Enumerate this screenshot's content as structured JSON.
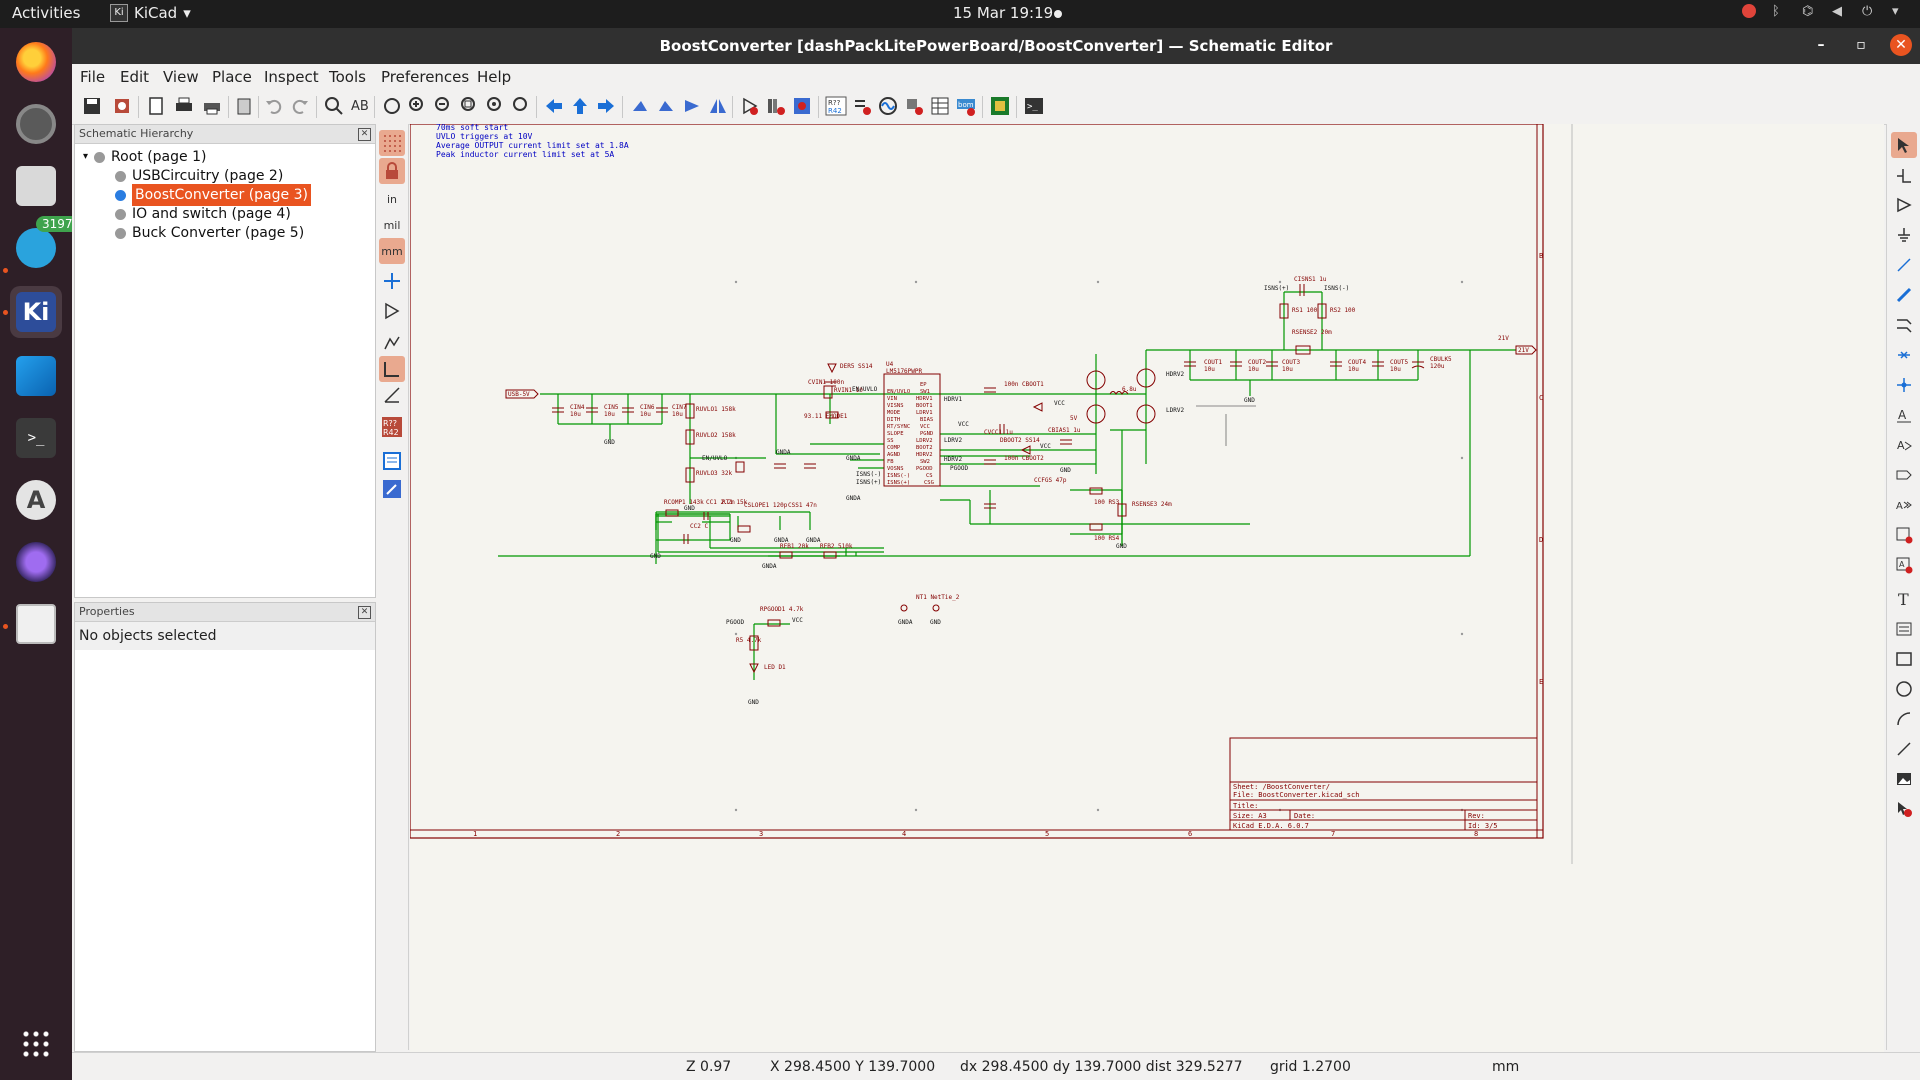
{
  "system": {
    "activities": "Activities",
    "app_name": "KiCad",
    "clock": "15 Mar  19:19"
  },
  "dock": {
    "telegram_badge": "3197"
  },
  "window": {
    "title": "BoostConverter [dashPackLitePowerBoard/BoostConverter] — Schematic Editor"
  },
  "menu": [
    "File",
    "Edit",
    "View",
    "Place",
    "Inspect",
    "Tools",
    "Preferences",
    "Help"
  ],
  "hierarchy": {
    "header": "Schematic Hierarchy",
    "items": [
      {
        "label": "Root (page 1)",
        "selected": false
      },
      {
        "label": "USBCircuitry (page 2)",
        "selected": false
      },
      {
        "label": "BoostConverter (page 3)",
        "selected": true
      },
      {
        "label": "IO and switch (page 4)",
        "selected": false
      },
      {
        "label": "Buck Converter (page 5)",
        "selected": false
      }
    ]
  },
  "properties": {
    "header": "Properties",
    "info": "No objects selected"
  },
  "left_toolbar": {
    "unit_in": "in",
    "unit_mil": "mil",
    "unit_mm": "mm",
    "annotate": "R??\nR42"
  },
  "schematic": {
    "notes": [
      "70ms soft start",
      "UVLO triggers at 10V",
      "Average OUTPUT current limit set at 1.8A",
      "Peak inductor current limit set at 5A"
    ],
    "ic_ref": "U4",
    "ic_part": "LM5176PWPR",
    "ic_pins_left": [
      "EN/UVLO",
      "VIN",
      "VISNS",
      "MODE",
      "DITH",
      "RT/SYNC",
      "SLOPE",
      "SS",
      "COMP",
      "AGND",
      "FB",
      "VOSNS",
      "ISNS(-)",
      "ISNS(+)"
    ],
    "ic_pins_right": [
      "EP",
      "SW1",
      "HDRV1",
      "BOOT1",
      "LDRV1",
      "BIAS",
      "VCC",
      "PGND",
      "LDRV2",
      "BOOT2",
      "HDRV2",
      "SW2",
      "PGOOD",
      "CS",
      "CSG"
    ],
    "net_labels": {
      "usb_in": "USB-5V",
      "out": "21V",
      "out_left": "21V",
      "gnd": "GND",
      "gnda": "GNDA",
      "vcc": "VCC",
      "en": "EN/UVLO",
      "pgood": "PGOOD",
      "hdrv1": "HDRV1",
      "hdrv2": "HDRV2",
      "ldrv1": "LDRV1",
      "ldrv2": "LDRV2",
      "isns_p": "ISNS(+)",
      "isns_m": "ISNS(-)"
    },
    "input_caps": [
      {
        "ref": "CIN4",
        "val": "10u"
      },
      {
        "ref": "CIN5",
        "val": "10u"
      },
      {
        "ref": "CIN6",
        "val": "10u"
      },
      {
        "ref": "CIN7",
        "val": "10u"
      }
    ],
    "output_caps": [
      {
        "ref": "COUT1",
        "val": "10u"
      },
      {
        "ref": "COUT2",
        "val": "10u"
      },
      {
        "ref": "COUT3",
        "val": "10u"
      },
      {
        "ref": "COUT4",
        "val": "10u"
      },
      {
        "ref": "COUT5",
        "val": "10u"
      },
      {
        "ref": "CBULK5",
        "val": "120u"
      }
    ],
    "misc_parts": {
      "ruvlo1": "RUVLO1\n158k",
      "ruvlo2": "RUVLO2\n158k",
      "ruvlo3": "RUVLO3\n32k",
      "rt1": "RT1\n15k",
      "cslope": "CSLOPE1\n120p",
      "css": "CSS1\n47n",
      "rcomp": "RCOMP1\n143k",
      "cc1": "CC1\n2.2n",
      "cc2": "CC2\nC",
      "rfb1": "RFB1\n20k",
      "rfb2": "RFB2\n510k",
      "rpgood": "RPGOOD1\n4.7k",
      "r5": "R5\n4.7k",
      "d1": "LED\nD1",
      "nt1": "NT1\nNetTie_2",
      "inductor": "6.8u",
      "csns1": "CISNS1\n1u",
      "rs1": "RS1\n100",
      "rs2": "RS2\n100",
      "rsense2": "RSENSE2\n20m",
      "rsense3": "RSENSE3\n24m",
      "rs3": "100\nRS3",
      "rs4": "100\nRS4",
      "ccfg": "CCFGS\n47p",
      "cboot1": "100n\nCBOOT1",
      "cboot2": "100n\nCBOOT2",
      "cvcc": "CVCC1\n1u",
      "cbias": "CBIAS1\n1u",
      "dboot1": "DBOOT2\nSS14",
      "der": "DER5\nSS14",
      "rvin1": "RVIN1\n10",
      "cvin1": "CVIN1\n100n",
      "r93": "93.11\nEMODE1",
      "v5": "5V"
    },
    "title_block": {
      "sheet": "Sheet: /BoostConverter/",
      "file": "File: BoostConverter.kicad_sch",
      "title": "Title:",
      "size": "Size: A3",
      "date": "Date:",
      "rev": "Rev:",
      "tool": "KiCad E.D.A.  6.0.7",
      "id": "Id: 3/5"
    },
    "frame_cols": [
      "1",
      "2",
      "3",
      "4",
      "5",
      "6",
      "7",
      "8"
    ],
    "frame_rows": [
      "B",
      "C",
      "D",
      "E"
    ]
  },
  "status": {
    "zoom": "Z 0.97",
    "xy": "X 298.4500  Y 139.7000",
    "dxy": "dx 298.4500  dy 139.7000  dist 329.5277",
    "grid": "grid 1.2700",
    "units": "mm"
  },
  "colors": {
    "wire": "#009600",
    "component": "#840000",
    "text_blue": "#0000c2",
    "accent": "#e95420"
  }
}
